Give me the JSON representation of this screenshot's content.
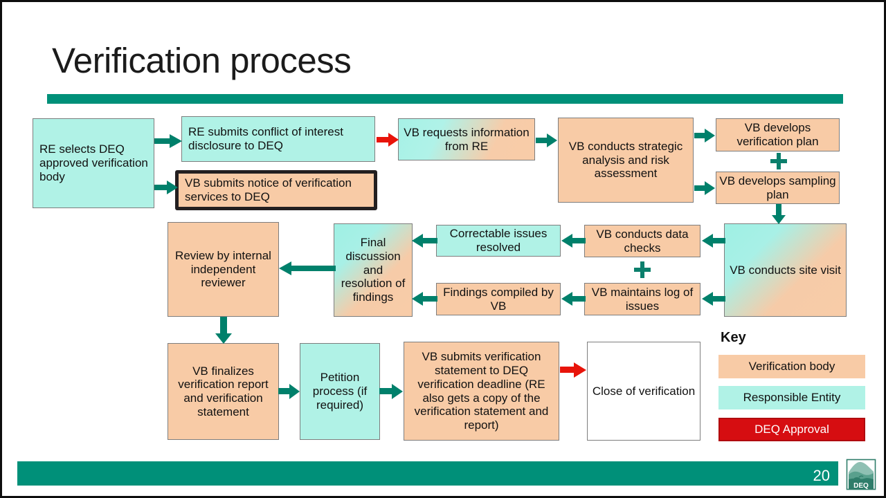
{
  "slide": {
    "title": "Verification process",
    "page_number": "20",
    "accent_color": "#009079",
    "logo_label": "DEQ"
  },
  "colors": {
    "verification_body": "#f8cba6",
    "responsible_entity": "#b0f2e6",
    "deq_approval": "#d60d11",
    "teal_arrow": "#00806b",
    "red_arrow": "#e8140a",
    "accent": "#009079"
  },
  "flow": {
    "row1": [
      {
        "id": "re-selects-vb",
        "text": "RE selects DEQ approved verification body",
        "fill": "responsible-entity"
      },
      {
        "id": "re-submits-coi",
        "text": "RE submits conflict of interest disclosure to DEQ",
        "fill": "responsible-entity"
      },
      {
        "id": "vb-submits-notice",
        "text": "VB submits notice of verification services to DEQ",
        "fill": "verification-body-highlighted"
      },
      {
        "id": "vb-requests-info",
        "text": "VB requests information from RE",
        "fill": "gradient-re-vb"
      },
      {
        "id": "vb-strategic-analysis",
        "text": "VB conducts strategic analysis and risk assessment",
        "fill": "verification-body"
      },
      {
        "id": "vb-verification-plan",
        "text": "VB develops verification plan",
        "fill": "verification-body"
      },
      {
        "id": "vb-sampling-plan",
        "text": "VB develops sampling plan",
        "fill": "verification-body"
      }
    ],
    "row2": [
      {
        "id": "vb-site-visit",
        "text": "VB conducts site visit",
        "fill": "gradient-re-vb"
      },
      {
        "id": "vb-data-checks",
        "text": "VB conducts data checks",
        "fill": "verification-body"
      },
      {
        "id": "vb-log-of-issues",
        "text": "VB maintains log of issues",
        "fill": "verification-body"
      },
      {
        "id": "correctable-issues",
        "text": "Correctable issues resolved",
        "fill": "responsible-entity"
      },
      {
        "id": "findings-compiled",
        "text": "Findings compiled by VB",
        "fill": "verification-body"
      },
      {
        "id": "final-discussion",
        "text": "Final discussion and resolution of findings",
        "fill": "gradient-re-vb"
      },
      {
        "id": "internal-review",
        "text": "Review by internal independent reviewer",
        "fill": "verification-body"
      }
    ],
    "row3": [
      {
        "id": "vb-finalizes-report",
        "text": "VB finalizes verification report and verification statement",
        "fill": "verification-body"
      },
      {
        "id": "petition-process",
        "text": "Petition process (if required)",
        "fill": "responsible-entity"
      },
      {
        "id": "vb-submits-statement",
        "text": "VB submits verification statement to DEQ verification deadline (RE also gets a copy of the verification statement and report)",
        "fill": "verification-body"
      },
      {
        "id": "close-of-verification",
        "text": "Close of verification",
        "fill": "white"
      }
    ]
  },
  "key": {
    "heading": "Key",
    "items": [
      {
        "label": "Verification body",
        "color": "#f8cba6"
      },
      {
        "label": "Responsible Entity",
        "color": "#b0f2e6"
      },
      {
        "label": "DEQ Approval",
        "color": "#d60d11"
      }
    ]
  }
}
